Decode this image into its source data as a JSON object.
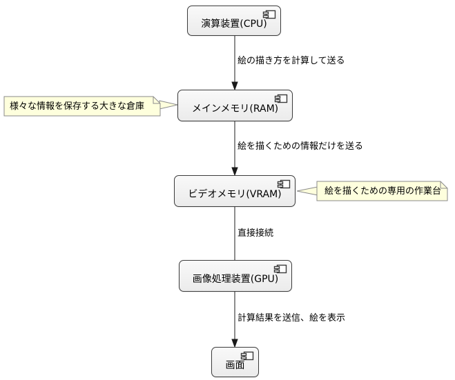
{
  "diagram": {
    "type": "component-flow-diagram",
    "nodes": [
      {
        "id": "cpu",
        "label": "演算装置(CPU)"
      },
      {
        "id": "ram",
        "label": "メインメモリ(RAM)"
      },
      {
        "id": "vram",
        "label": "ビデオメモリ(VRAM)"
      },
      {
        "id": "gpu",
        "label": "画像処理装置(GPU)"
      },
      {
        "id": "screen",
        "label": "画面"
      }
    ],
    "edges": [
      {
        "from": "cpu",
        "to": "ram",
        "label": "絵の描き方を計算して送る",
        "arrow": true
      },
      {
        "from": "ram",
        "to": "vram",
        "label": "絵を描くための情報だけを送る",
        "arrow": true
      },
      {
        "from": "vram",
        "to": "gpu",
        "label": "直接接続",
        "arrow": false
      },
      {
        "from": "gpu",
        "to": "screen",
        "label": "計算結果を送信、絵を表示",
        "arrow": true
      }
    ],
    "notes": [
      {
        "target": "ram",
        "side": "left",
        "text": "様々な情報を保存する大きな倉庫"
      },
      {
        "target": "vram",
        "side": "right",
        "text": "絵を描くための専用の作業台"
      }
    ],
    "icons": {
      "node_badge": "uml-component-icon"
    },
    "colors": {
      "node_fill_top": "#f9f9f9",
      "node_fill_bottom": "#ebebeb",
      "node_border": "#3b3b3b",
      "note_fill": "#feffdd",
      "note_border": "#8a8a8a",
      "edge_color": "#1a1a1a",
      "text_color": "#000000"
    }
  }
}
